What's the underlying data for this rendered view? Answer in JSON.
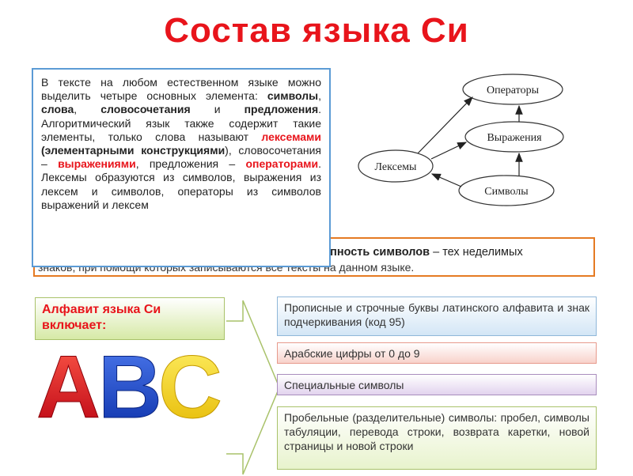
{
  "title": "Состав языка Си",
  "textbox": {
    "t1": "В тексте на любом естественном языке можно выделить четыре основных элемента: ",
    "b1": "символы",
    "t2": ", ",
    "b2": "слова",
    "t3": ", ",
    "b3": "словосочетания",
    "t4": " и ",
    "b4": "предложения",
    "t5": ". Алгоритмический язык также содержит такие элементы, только слова называют ",
    "r1": "лексемами",
    "t6": " ",
    "b5": "(элементарными конструкциями",
    "t7": "), словосочетания – ",
    "r2": "выражениями",
    "t8": ", предложения – ",
    "r3": "операторами",
    "t9": ". Лексемы образуются из символов, выражения из лексем и символов, операторы из символов выражений и лексем"
  },
  "underbox": {
    "bold": "упность символов",
    "rest": " – тех неделимых",
    "line2": "знаков, при помощи которых записываются все тексты на данном языке."
  },
  "diagram": {
    "operators": "Операторы",
    "expressions": "Выражения",
    "lexemes": "Лексемы",
    "symbols": "Символы"
  },
  "alphabet_label": "Алфавит языка Си включает:",
  "abc": {
    "a": "A",
    "b": "B",
    "c": "C",
    "colors": {
      "a": "#e8141b",
      "b": "#1f4fd8",
      "c": "#f4d000"
    }
  },
  "items": [
    "Прописные и строчные буквы латинского алфавита и знак подчеркивания (код 95)",
    "Арабские цифры от 0 до 9",
    "Специальные символы",
    "Пробельные (разделительные) символы: пробел, символы табуляции, перевода строки, возврата каретки, новой страницы и новой строки"
  ]
}
